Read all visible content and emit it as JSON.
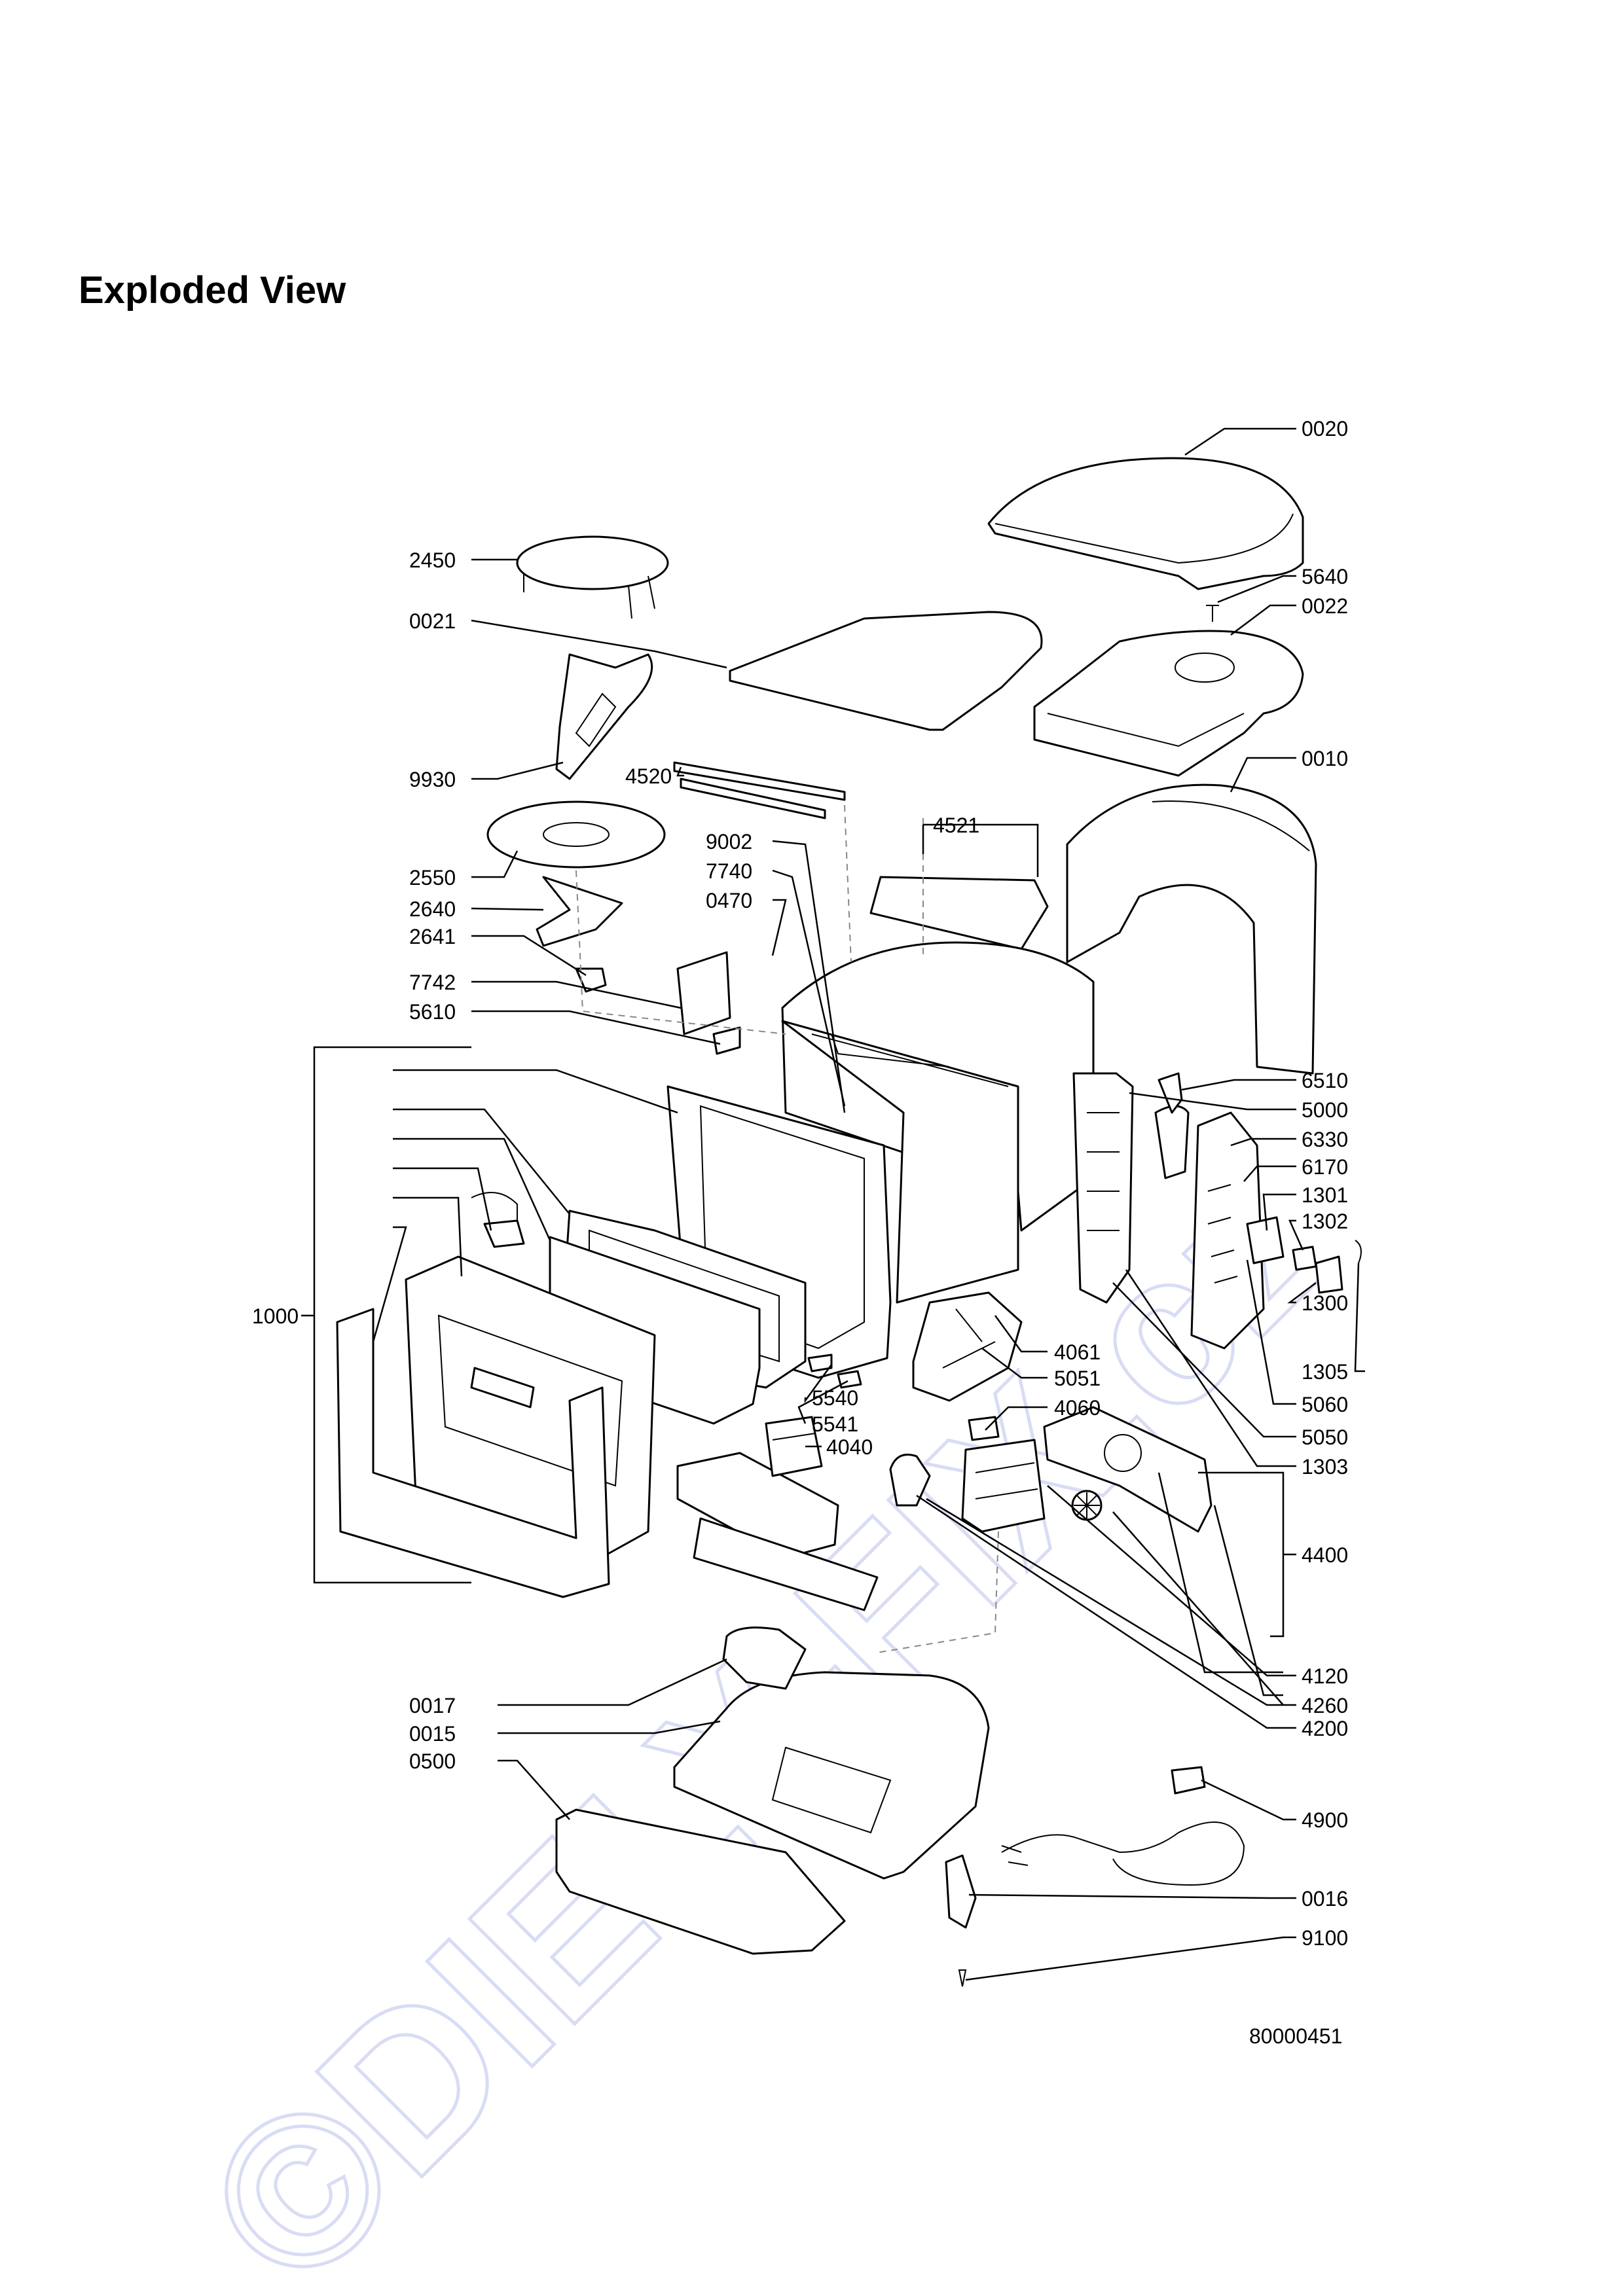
{
  "title": "Exploded View",
  "drawing_number": "80000451",
  "watermark": "©DIELY-FIX.cz",
  "colors": {
    "line": "#000000",
    "watermark": "#d8dcf4",
    "background": "#ffffff"
  },
  "callouts": {
    "c0020": "0020",
    "c2450": "2450",
    "c5640": "5640",
    "c0022": "0022",
    "c0021": "0021",
    "c0010": "0010",
    "c9930": "9930",
    "c4520": "4520",
    "c4521": "4521",
    "c9002": "9002",
    "c7740": "7740",
    "c0470": "0470",
    "c2550": "2550",
    "c2640": "2640",
    "c2641": "2641",
    "c7742": "7742",
    "c5610": "5610",
    "c6510": "6510",
    "c5000": "5000",
    "c6330": "6330",
    "c6170": "6170",
    "c1301": "1301",
    "c1302": "1302",
    "c1000": "1000",
    "c4061": "4061",
    "c5051": "5051",
    "c1300": "1300",
    "c1305": "1305",
    "c5540": "5540",
    "c5060": "5060",
    "c4060": "4060",
    "c5541": "5541",
    "c4040": "4040",
    "c5050": "5050",
    "c1303": "1303",
    "c4400": "4400",
    "c4120": "4120",
    "c4260": "4260",
    "c4200": "4200",
    "c0017": "0017",
    "c0015": "0015",
    "c0500": "0500",
    "c4900": "4900",
    "c0016": "0016",
    "c9100": "9100"
  }
}
